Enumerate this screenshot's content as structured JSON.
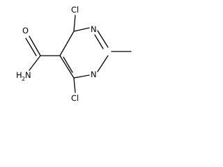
{
  "molecule": {
    "atoms": {
      "cl_top": "Cl",
      "cl_bottom": "Cl",
      "n_ring_top": "N",
      "n_ring_bottom": "N",
      "o_carbonyl": "O",
      "n_amide": "N",
      "h_amide": "H",
      "h_amide_count": "2"
    }
  }
}
